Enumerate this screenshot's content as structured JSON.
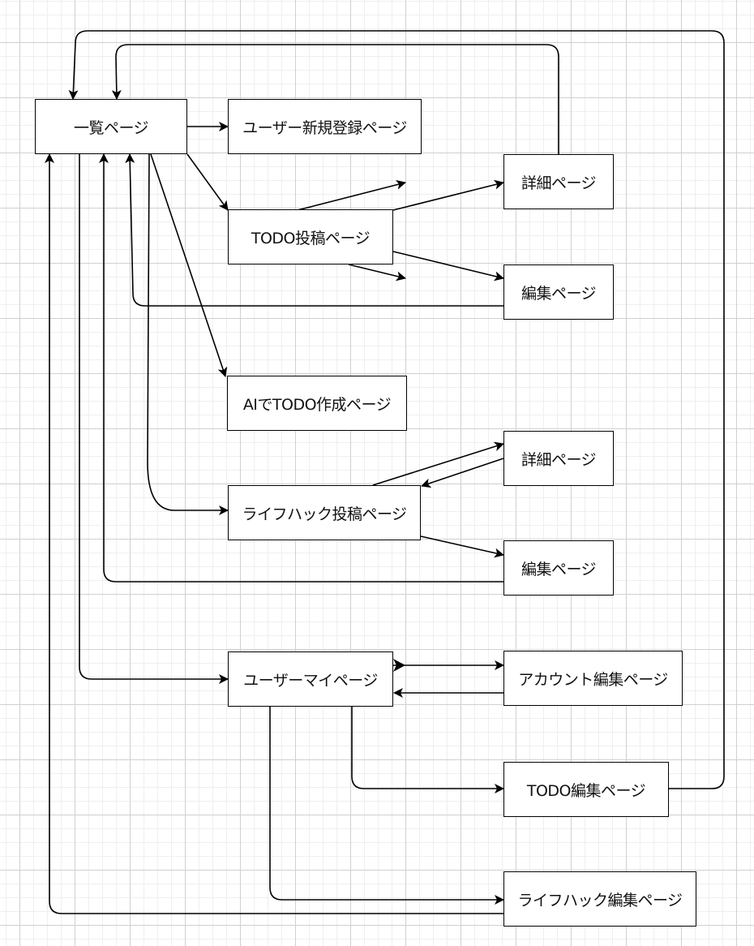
{
  "diagram": {
    "type": "page-transition-flowchart",
    "colors": {
      "stroke": "#000000",
      "node_fill": "#ffffff",
      "grid_major": "#d0d0d0",
      "grid_minor": "#efefef"
    },
    "nodes": {
      "list": {
        "label": "一覧ページ"
      },
      "user_register": {
        "label": "ユーザー新規登録ページ"
      },
      "todo_post": {
        "label": "TODO投稿ページ"
      },
      "todo_detail": {
        "label": "詳細ページ"
      },
      "todo_edit": {
        "label": "編集ページ"
      },
      "ai_todo": {
        "label": "AIでTODO作成ページ"
      },
      "lifehack_post": {
        "label": "ライフハック投稿ページ"
      },
      "lifehack_detail": {
        "label": "詳細ページ"
      },
      "lifehack_edit": {
        "label": "編集ページ"
      },
      "user_mypage": {
        "label": "ユーザーマイページ"
      },
      "account_edit": {
        "label": "アカウント編集ページ"
      },
      "mypage_todo_edit": {
        "label": "TODO編集ページ"
      },
      "mypage_lifehack_edit": {
        "label": "ライフハック編集ページ"
      }
    },
    "edges": [
      {
        "from": "list",
        "to": "user_register"
      },
      {
        "from": "list",
        "to": "todo_post"
      },
      {
        "from": "list",
        "to": "ai_todo"
      },
      {
        "from": "list",
        "to": "lifehack_post"
      },
      {
        "from": "list",
        "to": "user_mypage"
      },
      {
        "from": "todo_post",
        "to": "todo_detail"
      },
      {
        "from": "todo_post",
        "to": "todo_edit"
      },
      {
        "from": "todo_post",
        "to": "(unconnected)"
      },
      {
        "from": "todo_post",
        "to": "(unconnected)"
      },
      {
        "from": "todo_detail",
        "to": "list"
      },
      {
        "from": "todo_edit",
        "to": "list"
      },
      {
        "from": "lifehack_post",
        "to": "lifehack_detail"
      },
      {
        "from": "lifehack_detail",
        "to": "lifehack_post"
      },
      {
        "from": "lifehack_post",
        "to": "lifehack_edit"
      },
      {
        "from": "lifehack_edit",
        "to": "list"
      },
      {
        "from": "user_mypage",
        "to": "account_edit"
      },
      {
        "from": "account_edit",
        "to": "user_mypage"
      },
      {
        "from": "user_mypage",
        "to": "mypage_todo_edit"
      },
      {
        "from": "user_mypage",
        "to": "mypage_lifehack_edit"
      },
      {
        "from": "mypage_todo_edit",
        "to": "list"
      },
      {
        "from": "mypage_lifehack_edit",
        "to": "list"
      }
    ]
  }
}
